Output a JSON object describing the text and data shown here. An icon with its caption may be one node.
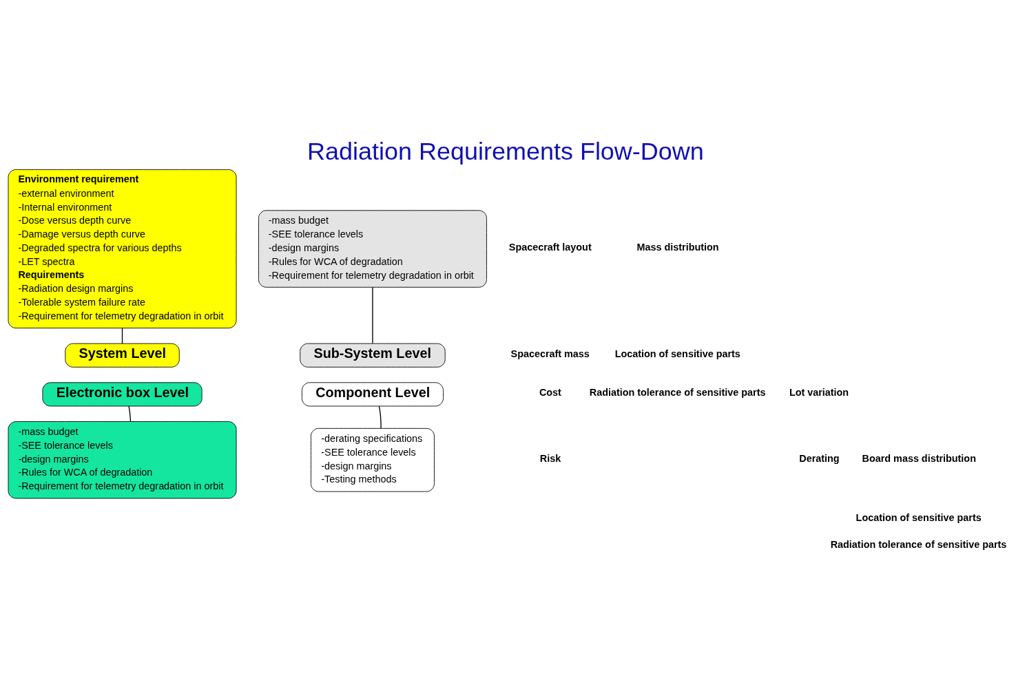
{
  "diagram": {
    "title": "Radiation Requirements Flow-Down",
    "nodes": [
      {
        "text": [
          "Environment requirement",
          "-external environment",
          "-Internal environment",
          "-Dose versus depth curve",
          "-Damage versus depth curve",
          "-Degraded spectra for various depths",
          "-LET spectra",
          "Requirements",
          "-Radiation design margins",
          "-Tolerable system failure rate",
          "-Requirement for telemetry degradation in orbit"
        ]
      },
      {
        "text": [
          "-mass budget",
          "-SEE tolerance levels",
          "-design margins",
          "-Rules for WCA of degradation",
          "-Requirement for telemetry degradation in orbit"
        ]
      },
      {
        "text": [
          "System Level"
        ]
      },
      {
        "text": [
          "Sub-System Level"
        ]
      },
      {
        "text": [
          "Electronic box Level"
        ]
      },
      {
        "text": [
          "Component Level"
        ]
      },
      {
        "text": [
          "-mass budget",
          "-SEE tolerance levels",
          "-design margins",
          "-Rules for WCA of degradation",
          "-Requirement for telemetry degradation in orbit"
        ]
      },
      {
        "text": [
          "-derating specifications",
          "-SEE tolerance levels",
          "-design margins",
          "-Testing methods"
        ]
      }
    ],
    "edges": [
      {
        "from": 0,
        "to": 2,
        "arrow": "none"
      },
      {
        "from": 1,
        "to": 3,
        "arrow": "none"
      },
      {
        "from": 6,
        "to": 4,
        "arrow": "none"
      },
      {
        "from": 7,
        "to": 5,
        "arrow": "none"
      }
    ],
    "labels": [
      "Spacecraft layout",
      "Spacecraft mass",
      "Cost",
      "Risk",
      "Mass distribution",
      "Location of sensitive parts",
      "Radiation tolerance of sensitive parts",
      "Lot variation",
      "Derating",
      "Board mass distribution",
      "Location of sensitive parts",
      "Radiation tolerance of sensitive parts"
    ]
  }
}
